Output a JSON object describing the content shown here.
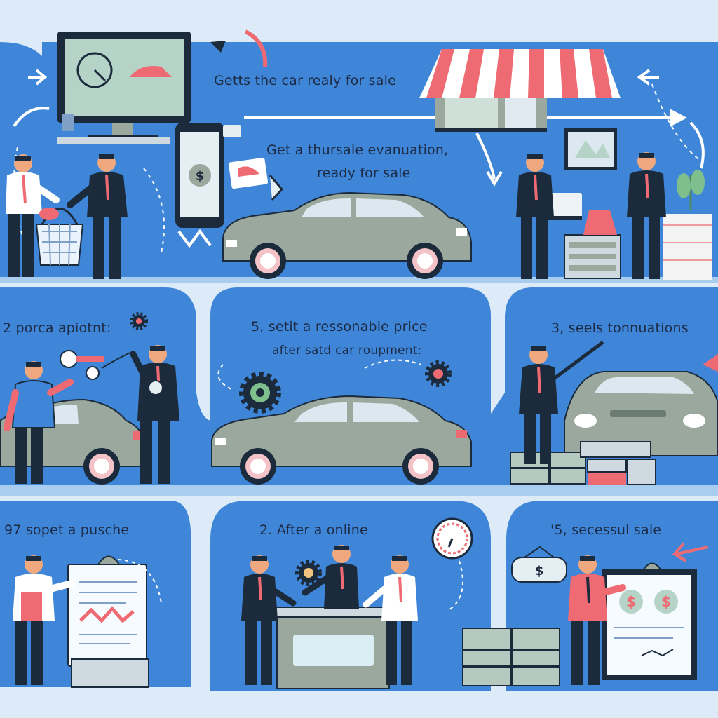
{
  "colors": {
    "background": "#dcebf7",
    "panel_blue": "#3f86d9",
    "dark_blue": "#2f6fc0",
    "car_body": "#9aa89d",
    "accent_red": "#ef6b73",
    "suit": "#1c2b3c",
    "paper": "#f6fbff"
  },
  "row1": {
    "label_top": "Getts the car realy for sale",
    "label_mid_1": "Get a thursale evanuation,",
    "label_mid_2": "ready for sale"
  },
  "row2": {
    "left_label": "2 porca apiotnt:",
    "mid_label_1": "5, setit a ressonable price",
    "mid_label_2": "after satd car roupment:",
    "right_label": "3, seels tonnuations"
  },
  "row3": {
    "left_label": "97 sopet a pusche",
    "mid_label": "2. After a online",
    "right_label": "'5, secessul sale"
  },
  "icons": [
    "monitor-icon",
    "phone-icon",
    "dollar-icon",
    "gear-icon",
    "gauge-icon",
    "storefront-icon",
    "clipboard-icon",
    "shopping-basket-icon",
    "plant-icon",
    "laptop-icon"
  ]
}
